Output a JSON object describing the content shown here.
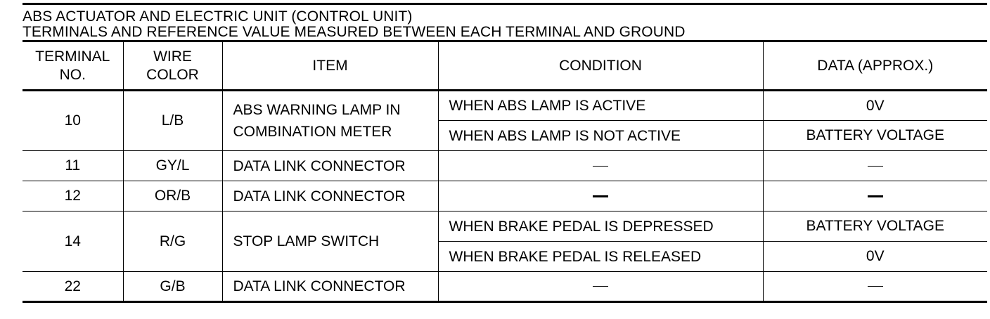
{
  "document": {
    "title_line1": "ABS ACTUATOR AND ELECTRIC UNIT (CONTROL UNIT)",
    "title_line2": "TERMINALS AND REFERENCE VALUE MEASURED BETWEEN EACH TERMINAL AND GROUND"
  },
  "table": {
    "headers": {
      "terminal": "TERMINAL\nNO.",
      "wire": "WIRE\nCOLOR",
      "item": "ITEM",
      "condition": "CONDITION",
      "data": "DATA (APPROX.)"
    },
    "rows": [
      {
        "terminal": "10",
        "wire": "L/B",
        "item": "ABS WARNING LAMP IN COMBINATION METER",
        "conditions": [
          {
            "condition": "WHEN ABS LAMP IS ACTIVE",
            "data": "0V"
          },
          {
            "condition": "WHEN ABS LAMP IS NOT ACTIVE",
            "data": "BATTERY VOLTAGE"
          }
        ]
      },
      {
        "terminal": "11",
        "wire": "GY/L",
        "item": "DATA LINK CONNECTOR",
        "conditions": [
          {
            "condition": "—",
            "data": "—"
          }
        ]
      },
      {
        "terminal": "12",
        "wire": "OR/B",
        "item": "DATA LINK CONNECTOR",
        "conditions": [
          {
            "condition": "—",
            "data": "—"
          }
        ]
      },
      {
        "terminal": "14",
        "wire": "R/G",
        "item": "STOP LAMP SWITCH",
        "conditions": [
          {
            "condition": "WHEN BRAKE PEDAL IS DEPRESSED",
            "data": "BATTERY VOLTAGE"
          },
          {
            "condition": "WHEN BRAKE PEDAL IS RELEASED",
            "data": "0V"
          }
        ]
      },
      {
        "terminal": "22",
        "wire": "G/B",
        "item": "DATA LINK CONNECTOR",
        "conditions": [
          {
            "condition": "—",
            "data": "—"
          }
        ]
      }
    ]
  }
}
